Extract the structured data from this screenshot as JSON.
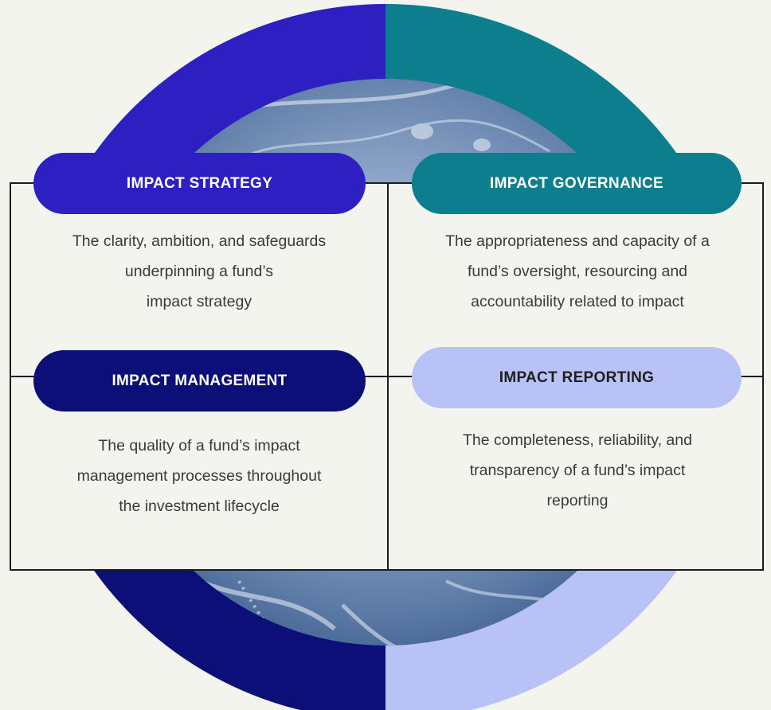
{
  "colors": {
    "strategy": "#2e1fc3",
    "governance": "#0c7e8d",
    "management": "#0c0f78",
    "reporting": "#b9c2f7",
    "reporting_text": "#1e1e1e",
    "background": "#f4f4ef",
    "line": "#1c1c1c"
  },
  "quadrants": {
    "strategy": {
      "title": "IMPACT STRATEGY",
      "description": "The clarity, ambition, and safeguards\nunderpinning a fund’s\nimpact strategy"
    },
    "governance": {
      "title": "IMPACT GOVERNANCE",
      "description": "The appropriateness and capacity of a\nfund’s oversight, resourcing and\naccountability related to impact"
    },
    "management": {
      "title": "IMPACT MANAGEMENT",
      "description": "The quality of a fund’s impact\nmanagement processes throughout\nthe investment lifecycle"
    },
    "reporting": {
      "title": "IMPACT REPORTING",
      "description": "The completeness, reliability, and\ntransparency of a fund’s impact\nreporting"
    }
  }
}
